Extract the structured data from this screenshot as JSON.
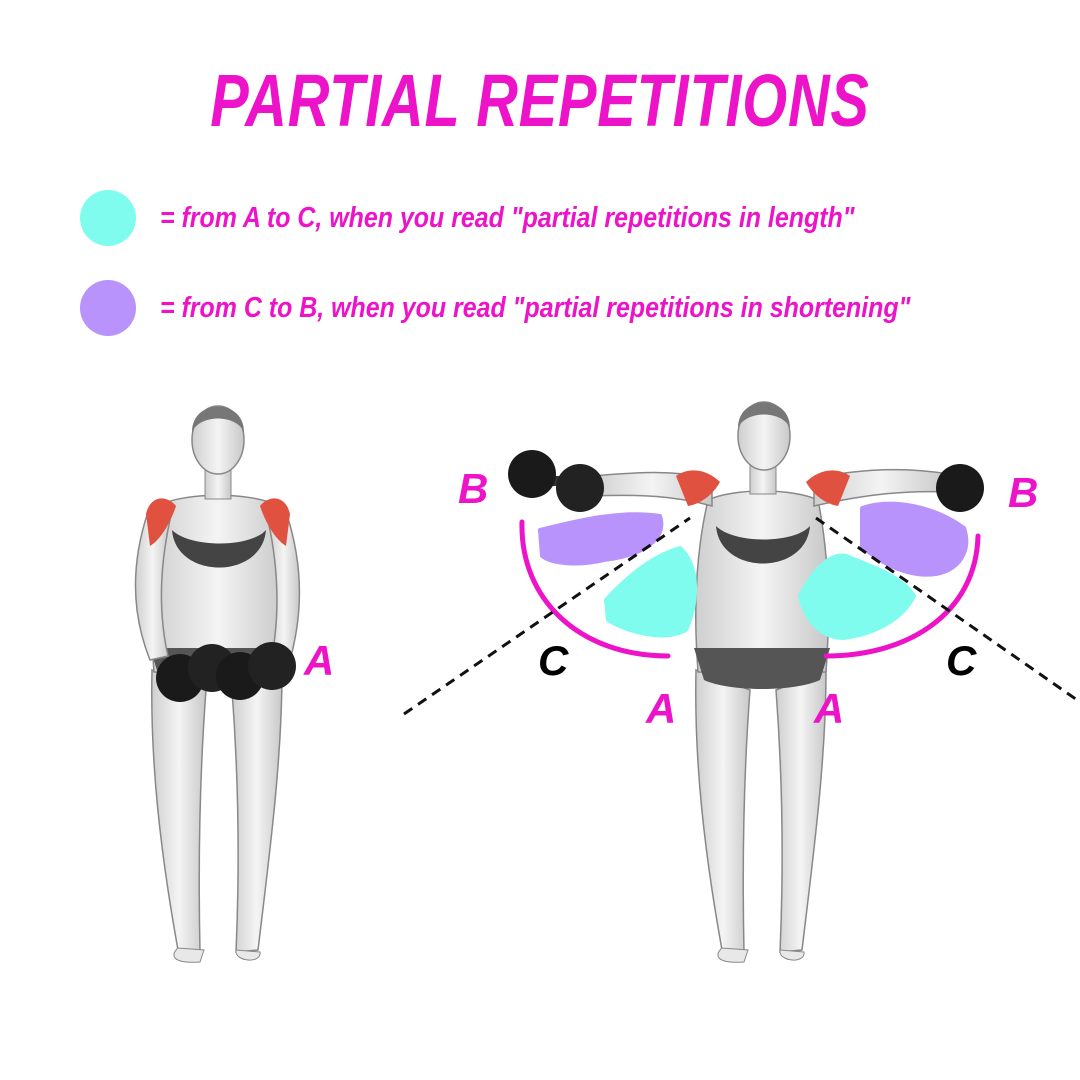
{
  "title": "PARTIAL REPETITIONS",
  "legend": [
    {
      "color": "#7ffcee",
      "text": "= from A to C, when you read \"partial repetitions in length\""
    },
    {
      "color": "#b793fb",
      "text": "= from C to B, when you read \"partial repetitions in shortening\""
    }
  ],
  "labels": {
    "a": "A",
    "b": "B",
    "c": "C"
  },
  "colors": {
    "accent": "#ec13c8",
    "length_zone": "#7ffcee",
    "shortening_zone": "#b793fb",
    "muscle_highlight": "#e0523f"
  }
}
